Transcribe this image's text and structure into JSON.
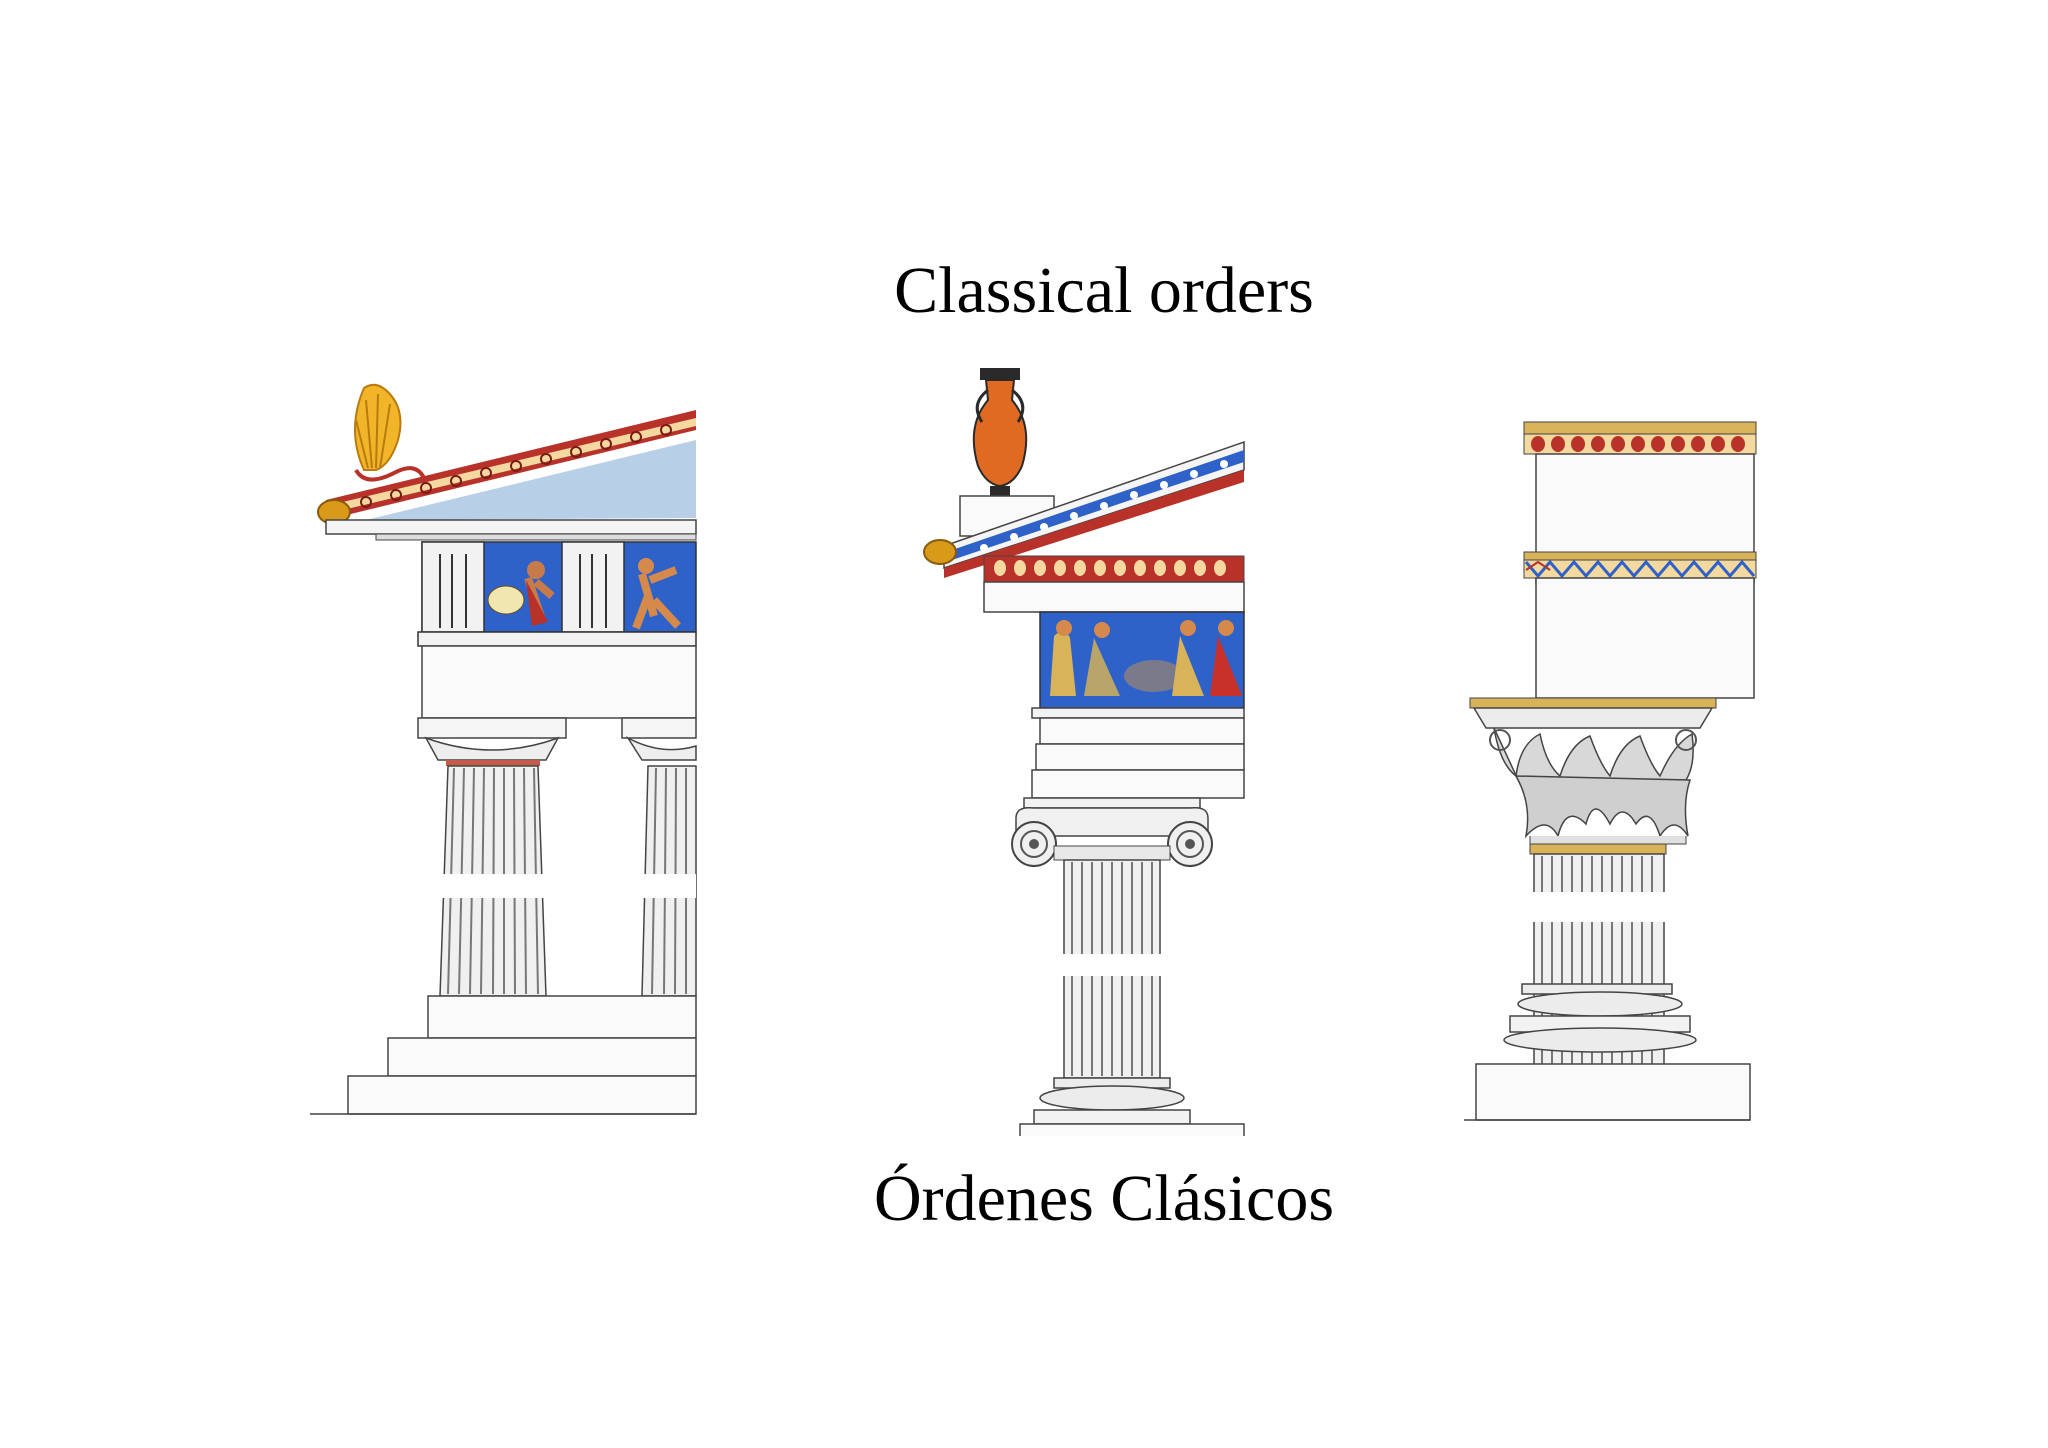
{
  "page": {
    "title": "Classical orders",
    "subtitle": "Órdenes Clásicos"
  },
  "figures": [
    {
      "id": "doric",
      "icon": "doric-order-illustration"
    },
    {
      "id": "ionic",
      "icon": "ionic-order-illustration"
    },
    {
      "id": "corinthian",
      "icon": "corinthian-order-illustration"
    }
  ],
  "colors": {
    "blue_ground": "#2f62c9",
    "red_band": "#b8322a",
    "gold": "#e0a21c",
    "stone_line": "#555555"
  }
}
